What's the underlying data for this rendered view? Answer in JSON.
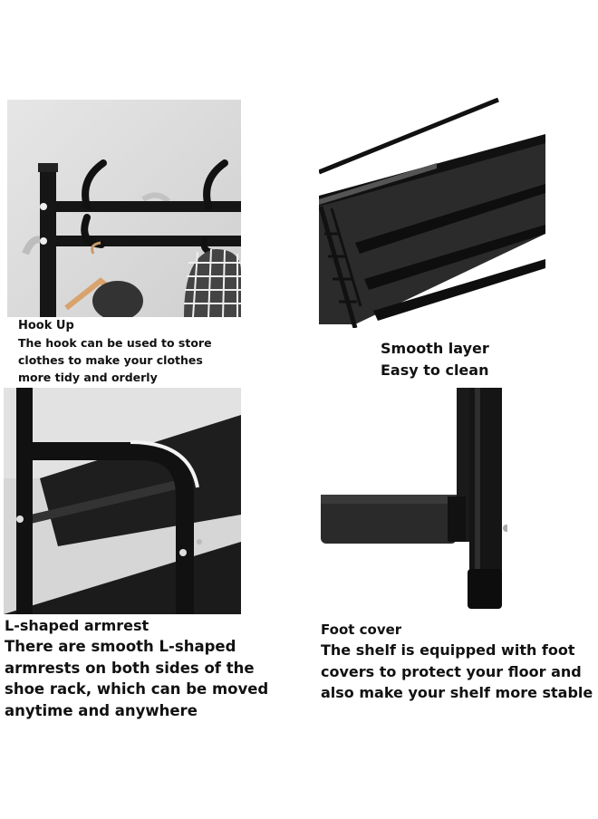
{
  "panels": [
    {
      "id": "hook",
      "title": "Hook Up",
      "body": [
        "The hook can be used to store",
        "clothes to make your clothes",
        "more tidy and orderly"
      ]
    },
    {
      "id": "layer",
      "title_lines": [
        "Smooth layer",
        "Easy to clean"
      ]
    },
    {
      "id": "armrest",
      "title": "L-shaped armrest",
      "body": [
        "There are smooth L-shaped",
        "armrests on both sides of the",
        "shoe rack, which can be moved",
        "anytime and anywhere"
      ]
    },
    {
      "id": "foot",
      "title": "Foot cover",
      "body": [
        "The shelf is equipped with foot",
        "covers to protect your floor and",
        "also make your shelf more stable"
      ]
    }
  ],
  "colors": {
    "frame": "#151515",
    "fabric": "#2a2a2a",
    "wall": "#dcdcdc",
    "text": "#111111"
  }
}
